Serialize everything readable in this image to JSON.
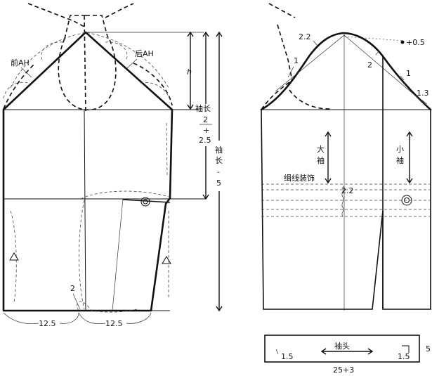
{
  "left_pattern": {
    "front_ah_label": "前AH",
    "back_ah_label": "后AH",
    "cap_height_label": "h",
    "sleeve_len_half_lines": [
      "袖长",
      "2",
      "+",
      "2.5"
    ],
    "sleeve_len_minus_lines": [
      "袖",
      "长",
      "-",
      "5"
    ],
    "hem_left_label": "12.5",
    "hem_right_label": "12.5",
    "offset_label": "2"
  },
  "right_pattern": {
    "cap_marks": [
      "2.2",
      "1",
      "2",
      "1",
      "1.3"
    ],
    "plus_label": "+0.5",
    "big_sleeve_label": [
      "大",
      "袖"
    ],
    "small_sleeve_label": [
      "小",
      "袖"
    ],
    "decoration_label": "缉线装饰",
    "decoration_gap_label": "2.2"
  },
  "cuff": {
    "title": "袖头",
    "left_mark": "1.5",
    "right_mark": "1.5",
    "height_label": "5",
    "length_label": "25+3"
  }
}
